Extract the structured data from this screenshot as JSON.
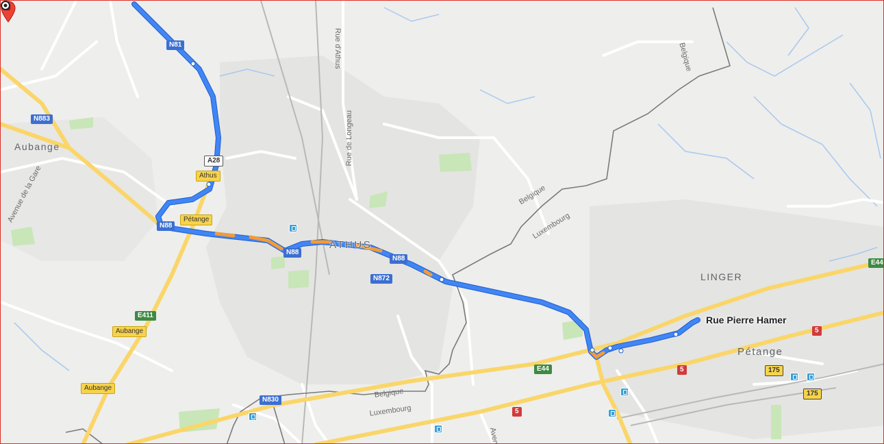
{
  "map": {
    "places": {
      "aubange": "Aubange",
      "athus": "ATHUS",
      "linger": "LINGER",
      "petange": "Pétange"
    },
    "borders": {
      "belgique_top": "Belgique",
      "belgique_mid": "Belgique",
      "luxembourg_mid": "Luxembourg",
      "belgique_bottom": "Belgique",
      "luxembourg_bottom": "Luxembourg"
    },
    "streets": {
      "rue_athus": "Rue d'Athus",
      "rue_longeau": "Rue de Longeau",
      "avenue_gare": "Avenue de la Gare",
      "avenue_bottom": "Aven"
    },
    "shields": {
      "n81": "N81",
      "n883": "N883",
      "a28": "A28",
      "athus_sign": "Athus",
      "petange_sign": "Pétange",
      "n88_a": "N88",
      "n88_b": "N88",
      "n88_c": "N88",
      "n872": "N872",
      "e411": "E411",
      "aubange_sign_a": "Aubange",
      "aubange_sign_b": "Aubange",
      "n830": "N830",
      "e44_a": "E44",
      "e44_b": "E44",
      "r5_a": "5",
      "r5_b": "5",
      "r5_c": "5",
      "r175_a": "175",
      "r175_b": "175"
    },
    "destination": {
      "label": "Rue Pierre Hamer"
    },
    "colors": {
      "route": "#4285f4",
      "traffic": "#f29c38",
      "destination_pin": "#ea4335",
      "highway": "#fad66a"
    }
  }
}
